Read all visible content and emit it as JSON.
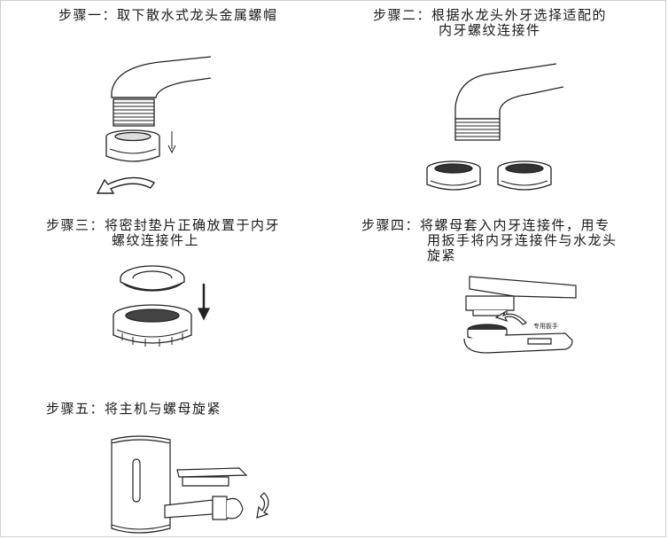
{
  "steps": [
    {
      "label": "步骤一：",
      "lines": [
        "取下散水式龙头金属螺帽"
      ]
    },
    {
      "label": "步骤二：",
      "lines": [
        "根据水龙头外牙选择适配的",
        "内牙螺纹连接件"
      ]
    },
    {
      "label": "步骤三：",
      "lines": [
        "将密封垫片正确放置于内牙",
        "螺纹连接件上"
      ]
    },
    {
      "label": "步骤四：",
      "lines": [
        "将螺母套入内牙连接件，用专",
        "用扳手将内牙连接件与水龙头",
        "旋紧"
      ]
    },
    {
      "label": "步骤五：",
      "lines": [
        "将主机与螺母旋紧"
      ]
    }
  ],
  "wrench_text": "专用扳手",
  "colors": {
    "text": "#1a1a1a",
    "line": "#222222",
    "shade": "#555555",
    "light": "#f2f2f2"
  }
}
